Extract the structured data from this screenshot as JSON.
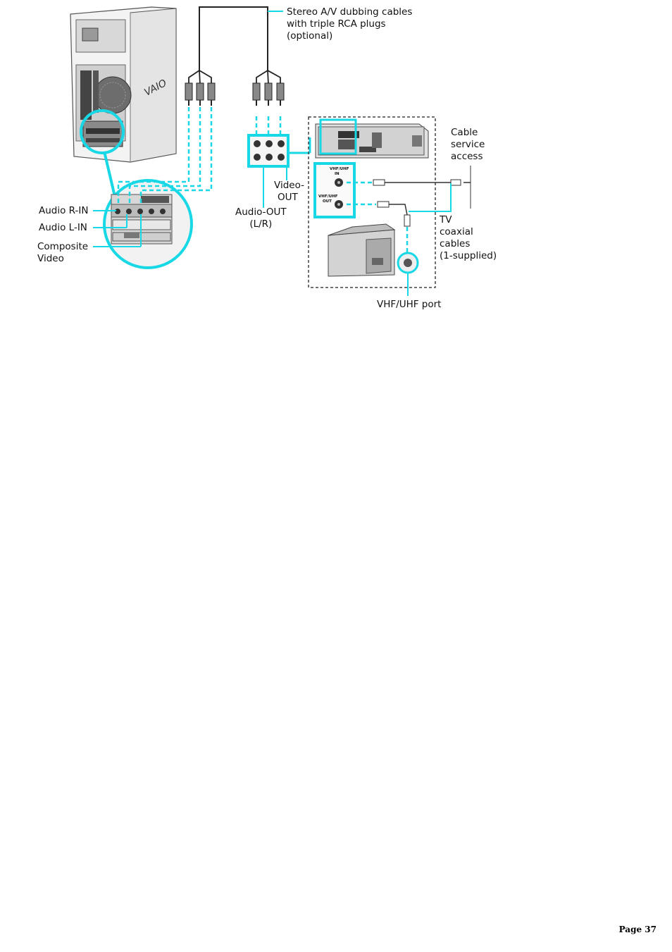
{
  "labels": {
    "stereo_cable": [
      "Stereo A/V dubbing cables",
      "with triple RCA plugs",
      "(optional)"
    ],
    "cable_service": [
      "Cable",
      "service",
      "access"
    ],
    "video_out": [
      "Video-",
      "OUT"
    ],
    "audio_out": [
      "Audio-OUT",
      "(L/R)"
    ],
    "tv_coaxial": [
      "TV",
      "coaxial",
      "cables",
      "(1-supplied)"
    ],
    "vhf_uhf_port": "VHF/UHF port",
    "audio_r_in": "Audio R-IN",
    "audio_l_in": "Audio L-IN",
    "composite_video": [
      "Composite",
      "Video"
    ],
    "vcr_in_label": [
      "VHF/UHF",
      "IN"
    ],
    "vcr_out_label": [
      "VHF/UHF",
      "OUT"
    ]
  },
  "footer": {
    "page": "Page 37"
  }
}
